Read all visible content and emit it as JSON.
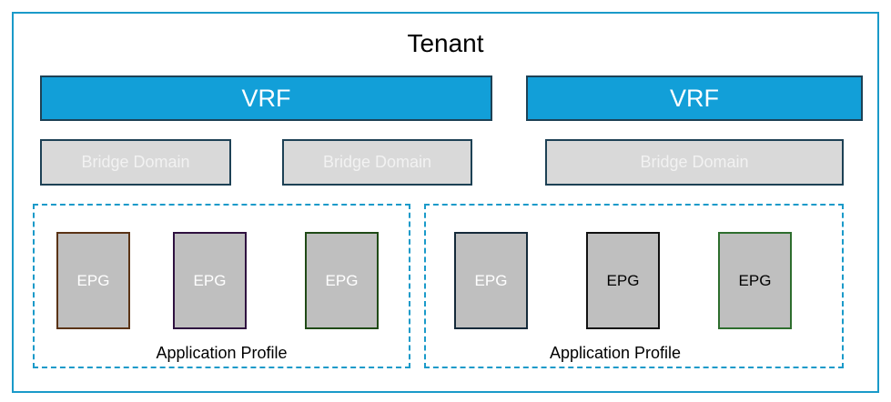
{
  "tenant": {
    "title": "Tenant"
  },
  "vrfs": [
    {
      "label": "VRF"
    },
    {
      "label": "VRF"
    }
  ],
  "bridge_domains": [
    {
      "label": "Bridge Domain"
    },
    {
      "label": "Bridge Domain"
    },
    {
      "label": "Bridge Domain"
    }
  ],
  "application_profiles": [
    {
      "label": "Application Profile",
      "epgs": [
        {
          "label": "EPG",
          "border_color": "#5a3315",
          "text_color": "#ffffff"
        },
        {
          "label": "EPG",
          "border_color": "#2f1140",
          "text_color": "#ffffff"
        },
        {
          "label": "EPG",
          "border_color": "#1f4a16",
          "text_color": "#ffffff"
        }
      ]
    },
    {
      "label": "Application Profile",
      "epgs": [
        {
          "label": "EPG",
          "border_color": "#152a3a",
          "text_color": "#ffffff"
        },
        {
          "label": "EPG",
          "border_color": "#111111",
          "text_color": "#000000"
        },
        {
          "label": "EPG",
          "border_color": "#2e6e2e",
          "text_color": "#000000"
        }
      ]
    }
  ],
  "colors": {
    "tenant_border": "#1a9ac9",
    "vrf_fill": "#129fd8",
    "bridge_domain_fill": "#d9d9d9",
    "epg_fill": "#bfbfbf",
    "application_profile_border": "#1a9ac9"
  }
}
